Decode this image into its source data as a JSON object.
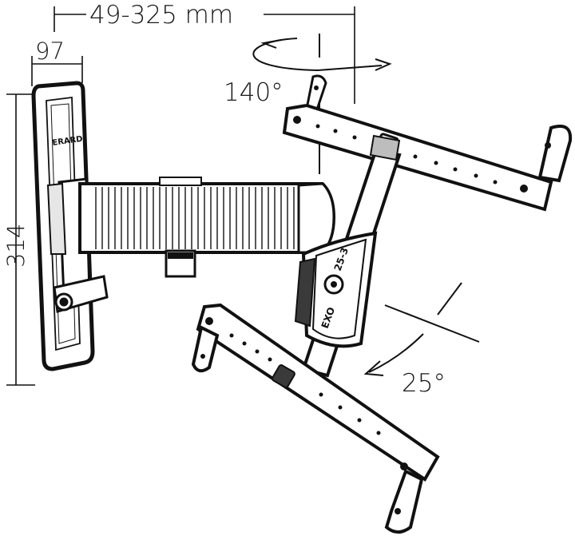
{
  "dimensions": {
    "depth_range": "49-325 mm",
    "plate_width": "97",
    "plate_height": "314"
  },
  "angles": {
    "swivel": "140°",
    "tilt": "25°"
  },
  "labels": {
    "brand": "ERARD",
    "model_line": "EXO",
    "model_number": "25-3"
  },
  "colors": {
    "line": "#111111",
    "fill_light": "#ffffff",
    "fill_grey": "#d9d9d9"
  },
  "icons": [
    "rotation-arrow-icon",
    "tilt-arrow-icon"
  ]
}
